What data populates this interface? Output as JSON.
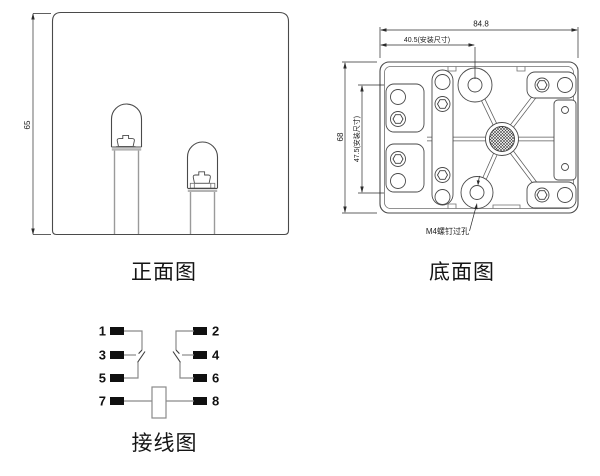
{
  "front_view": {
    "label": "正面图",
    "dim_height": "65"
  },
  "bottom_view": {
    "label": "底面图",
    "dim_width": "84.8",
    "dim_mount_width": "40.5(安装尺寸)",
    "dim_height": "68",
    "dim_mount_height": "47.5(安装尺寸)",
    "hole_note": "M4螺钉过孔"
  },
  "wiring_diagram": {
    "label": "接线图",
    "terminals": [
      "1",
      "2",
      "3",
      "4",
      "5",
      "6",
      "7",
      "8"
    ]
  }
}
